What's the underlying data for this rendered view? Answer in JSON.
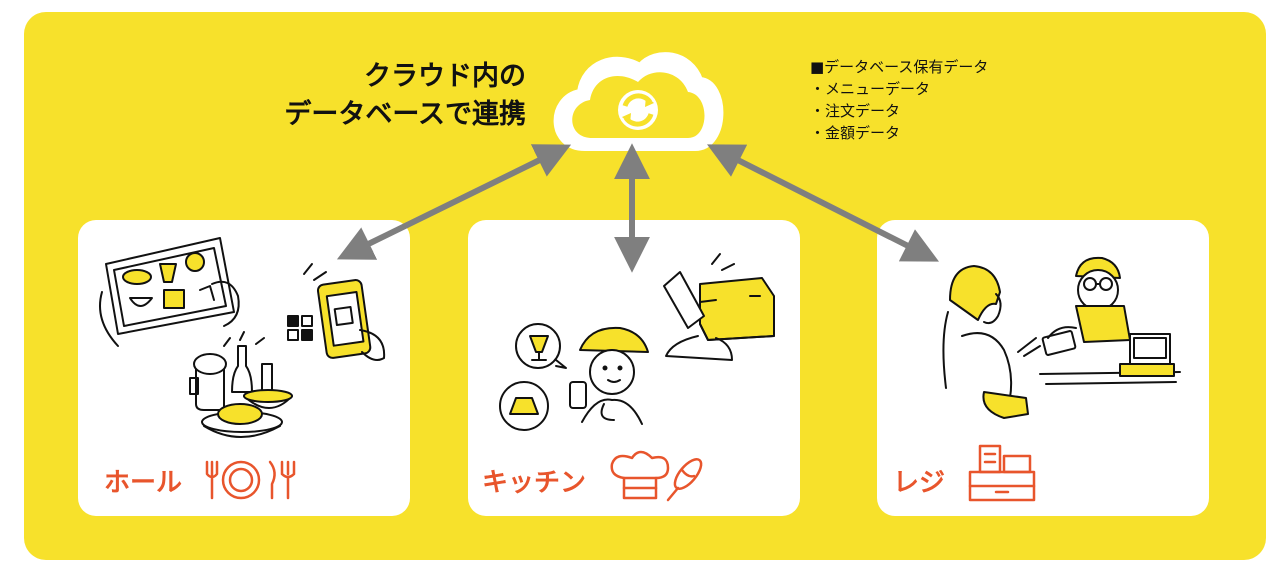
{
  "title": {
    "line1": "クラウド内の",
    "line2": "データベースで連携"
  },
  "database": {
    "heading": "■データベース保有データ",
    "items": [
      "・メニューデータ",
      "・注文データ",
      "・金額データ"
    ]
  },
  "stations": {
    "hall": {
      "label": "ホール",
      "icon": "plate-fork-knife-icon"
    },
    "kitchen": {
      "label": "キッチン",
      "icon": "chef-hat-whisk-icon"
    },
    "register": {
      "label": "レジ",
      "icon": "cash-register-icon"
    }
  },
  "cloud_icon": "cloud-sync-icon",
  "colors": {
    "background": "#f7e12b",
    "card": "#ffffff",
    "label": "#e8552c",
    "arrow": "#7f7f7f",
    "accent": "#f7e12b"
  }
}
